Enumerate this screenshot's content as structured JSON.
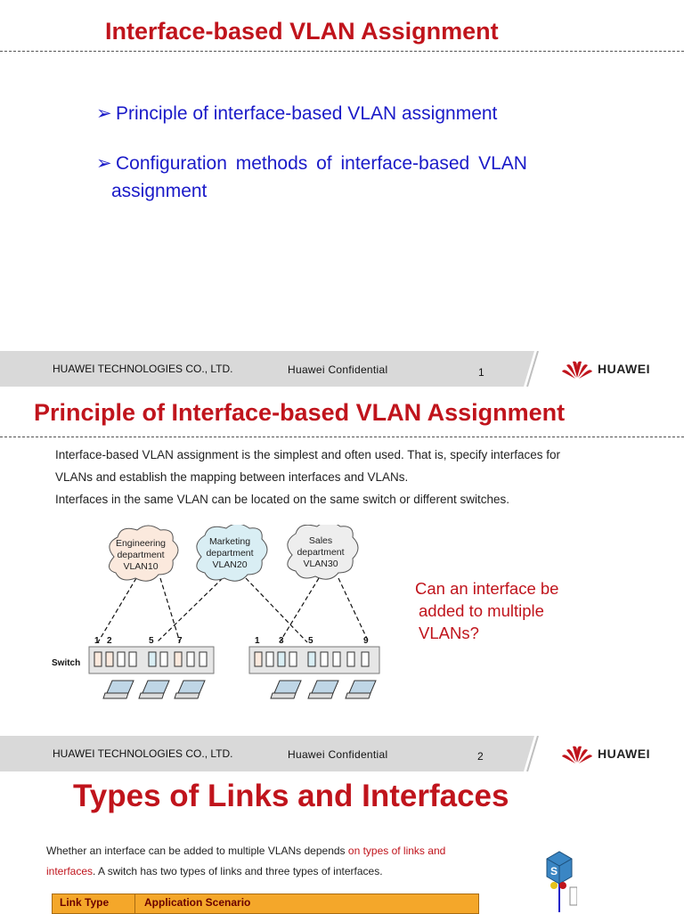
{
  "slide1": {
    "title": "Interface-based VLAN Assignment",
    "bullets": [
      "Principle of interface-based VLAN assignment",
      "Configuration methods of interface-based VLAN assignment"
    ],
    "bullet2_line1": "Configuration methods of interface-based VLAN",
    "bullet2_line2": "assignment",
    "arrow": "➢"
  },
  "footer": {
    "company": "HUAWEI TECHNOLOGIES CO., LTD.",
    "confidential": "Huawei Confidential",
    "logo_text": "HUAWEI",
    "brand_color": "#c0141c"
  },
  "slide1_page": "1",
  "slide2": {
    "title": "Principle of Interface-based VLAN Assignment",
    "para1_line1": "Interface-based VLAN assignment is the simplest and often used. That is, specify interfaces for",
    "para1_line2": "VLANs and establish the mapping between interfaces and VLANs.",
    "para2": "Interfaces in the same VLAN can be located on the same switch or different switches.",
    "clouds": [
      {
        "line1": "Engineering",
        "line2": "department",
        "line3": "VLAN10",
        "fill": "#fbe9dd"
      },
      {
        "line1": "Marketing",
        "line2": "department",
        "line3": "VLAN20",
        "fill": "#d9eef4"
      },
      {
        "line1": "Sales",
        "line2": "department",
        "line3": "VLAN30",
        "fill": "#eeeeee"
      }
    ],
    "switch_label": "Switch",
    "left_ports": [
      "1",
      "2",
      "5",
      "7"
    ],
    "right_ports": [
      "1",
      "3",
      "5",
      "9"
    ],
    "question": "Can an interface be added to multiple VLANs?",
    "page": "2"
  },
  "slide3": {
    "title": "Types of Links and Interfaces",
    "intro_part1": "Whether an interface can be added to multiple VLANs depends ",
    "intro_red": "on types of links and interfaces",
    "intro_part2": ". A switch has two types of links and three types of interfaces.",
    "table": {
      "headers": [
        "Link Type",
        "Application Scenario"
      ]
    }
  }
}
